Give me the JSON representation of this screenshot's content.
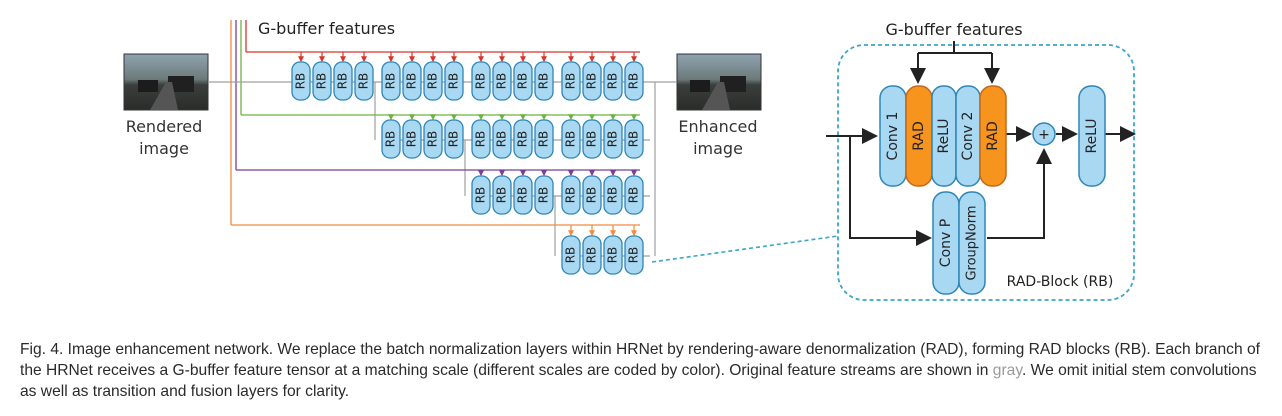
{
  "labels": {
    "gbuffer_top": "G-buffer features",
    "gbuffer_right": "G-buffer features",
    "rendered_line1": "Rendered",
    "rendered_line2": "image",
    "enhanced_line1": "Enhanced",
    "enhanced_line2": "image",
    "rb_label": "RB",
    "rad_block_title": "RAD-Block (RB)",
    "plus_symbol": "+"
  },
  "block": {
    "conv1": "Conv 1",
    "rad1": "RAD",
    "relu1": "ReLU",
    "conv2": "Conv 2",
    "rad2": "RAD",
    "relu_out": "ReLU",
    "convp": "Conv P",
    "groupnorm": "GroupNorm"
  },
  "caption": {
    "part1": "Fig. 4. Image enhancement network. We replace the batch normalization layers within HRNet by rendering-aware denormalization (RAD), forming RAD blocks (RB). Each branch of the HRNet receives a G-buffer feature tensor at a matching scale (different scales are coded by color). Original feature streams are shown in ",
    "gray_word": "gray",
    "part2": ". We omit initial stem convolutions as well as transition and fusion layers for clarity."
  },
  "colors": {
    "rb_fill": "#a9d8f2",
    "rb_stroke": "#2e86b8",
    "rad_fill": "#f7941d",
    "branch1": "#d9342b",
    "branch2": "#6db33f",
    "branch3": "#7a3f98",
    "branch4": "#f08a3c",
    "gray_stream": "#a0a0a0",
    "dashed_box": "#3aa6c9"
  }
}
